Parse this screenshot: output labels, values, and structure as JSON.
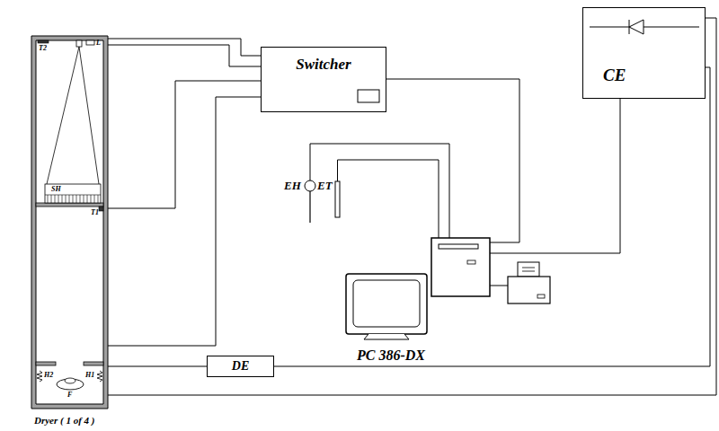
{
  "diagram": {
    "nodes": [
      {
        "text": [
          "Dryer ( 1 of 4 )"
        ]
      },
      {
        "text": [
          "Switcher"
        ]
      },
      {
        "text": [
          "CE"
        ]
      },
      {
        "text": [
          "PC 386-DX"
        ]
      },
      {
        "text": [
          "DE"
        ]
      }
    ],
    "edges": [
      {
        "from": 0,
        "to": 1,
        "arrow": "none"
      },
      {
        "from": 0,
        "to": 1,
        "arrow": "none"
      },
      {
        "from": 0,
        "to": 1,
        "arrow": "none"
      },
      {
        "from": 0,
        "to": 1,
        "arrow": "none"
      },
      {
        "from": 1,
        "to": 3,
        "arrow": "none"
      },
      {
        "from": 2,
        "to": 3,
        "arrow": "none"
      },
      {
        "from": 0,
        "to": 4,
        "arrow": "none"
      },
      {
        "from": 0,
        "to": 2,
        "arrow": "none"
      },
      {
        "from": 4,
        "to": 2,
        "arrow": "none"
      }
    ],
    "labels": [
      "T2",
      "L",
      "SH",
      "T1",
      "H2",
      "H1",
      "F",
      "EH",
      "ET"
    ]
  }
}
